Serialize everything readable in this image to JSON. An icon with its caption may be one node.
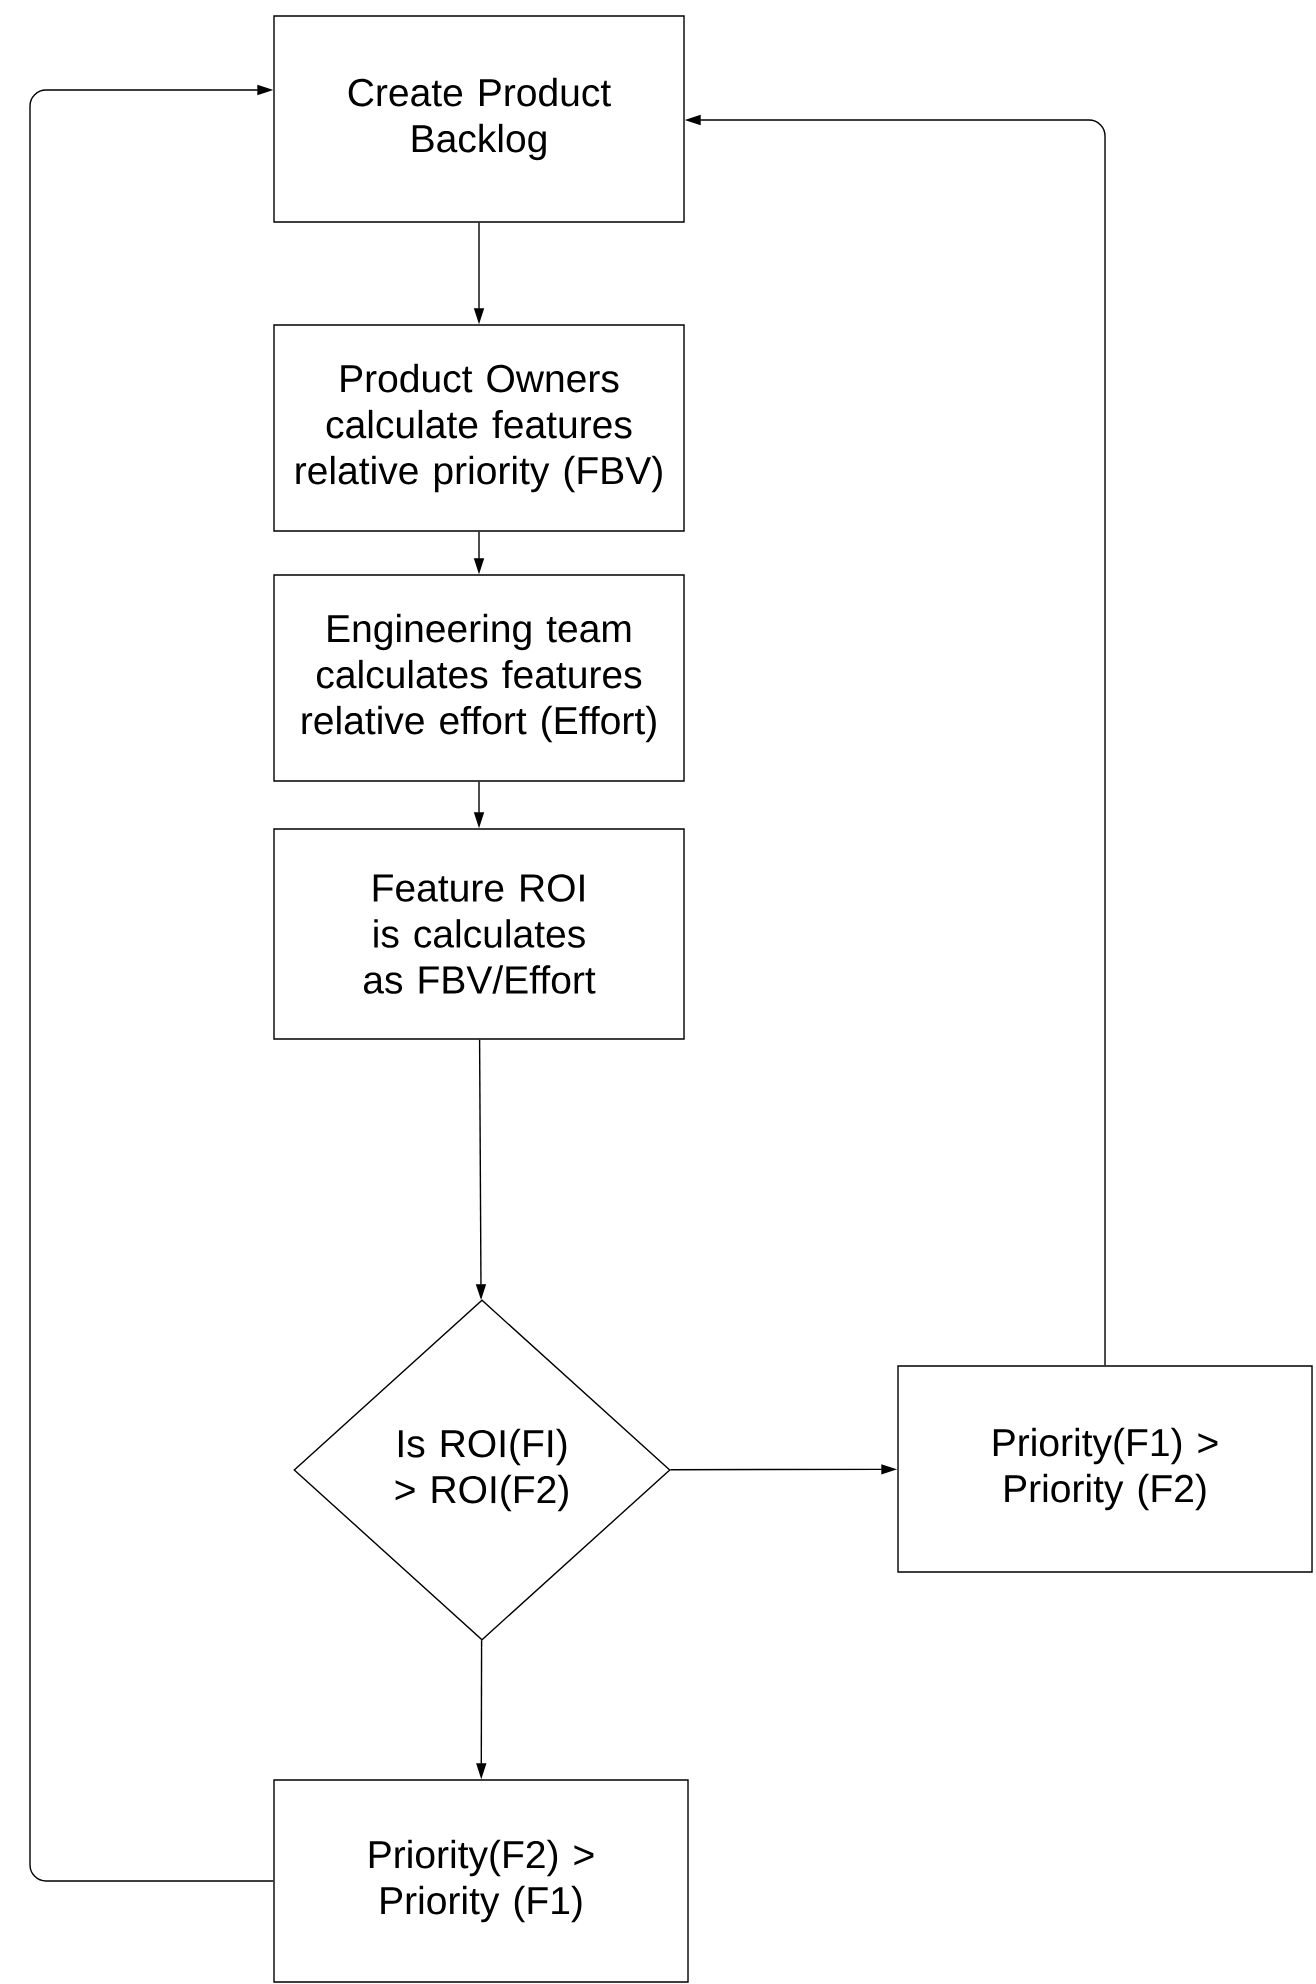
{
  "diagram": {
    "nodes": [
      {
        "text": [
          "Create Product Backlog"
        ]
      },
      {
        "text": [
          "Product Owners calculate features relative priority (FBV)"
        ]
      },
      {
        "text": [
          "Engineering team calculates features relative effort (Effort)"
        ]
      },
      {
        "text": [
          "Feature ROI is calculates as FBV/Effort"
        ]
      },
      {
        "text": [
          "Is ROI(FI) > ROI(F2)"
        ]
      },
      {
        "text": [
          "Priority(F1) > Priority (F2)"
        ]
      },
      {
        "text": [
          "Priority(F2) > Priority (F1)"
        ]
      }
    ],
    "edges": [
      {
        "from": 0,
        "to": 1,
        "arrow": "to"
      },
      {
        "from": 1,
        "to": 2,
        "arrow": "to"
      },
      {
        "from": 2,
        "to": 3,
        "arrow": "to"
      },
      {
        "from": 3,
        "to": 4,
        "arrow": "to"
      },
      {
        "from": 4,
        "to": 5,
        "arrow": "to"
      },
      {
        "from": 4,
        "to": 6,
        "arrow": "to"
      },
      {
        "from": 6,
        "to": 0,
        "arrow": "to"
      },
      {
        "from": 5,
        "to": 0,
        "arrow": "to"
      }
    ]
  }
}
